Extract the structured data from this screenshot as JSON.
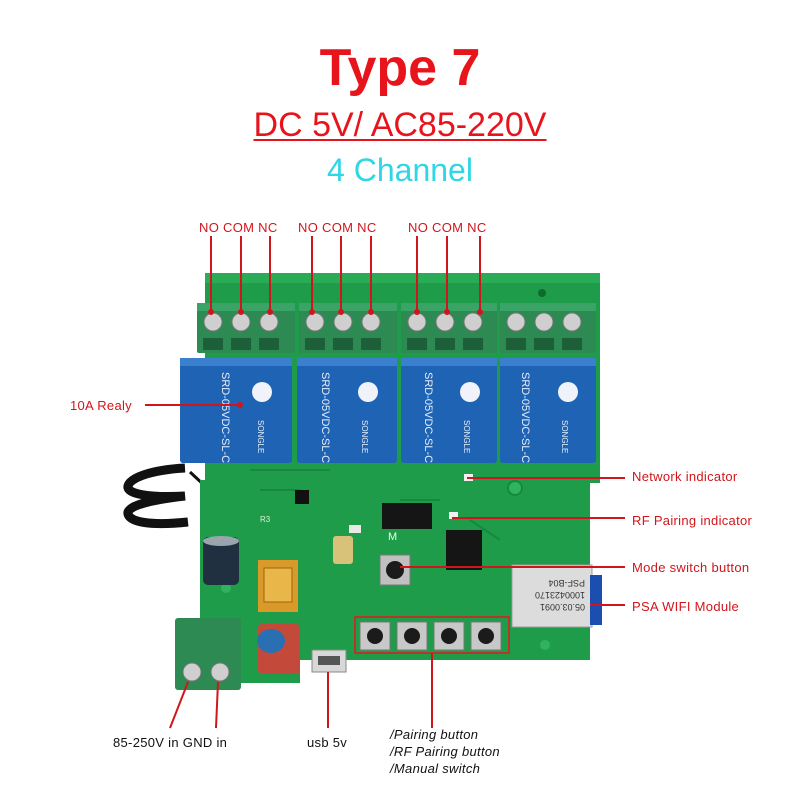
{
  "title": "Type 7",
  "voltage": "DC 5V/ AC85-220V",
  "channels": "4 Channel",
  "terminal_groups": [
    "NO COM NC",
    "NO COM NC",
    "NO COM NC"
  ],
  "labels": {
    "relay": "10A Realy",
    "network": "Network  indicator",
    "rf": "RF Pairing indicator",
    "mode": "Mode switch button",
    "wifi": "PSA WIFI Module",
    "power_in": "85-250V in  GND in",
    "usb": "usb 5v",
    "buttons": [
      "/Pairing button",
      "/RF Pairing button",
      "/Manual switch"
    ]
  },
  "relay_print": [
    "SRD-05VDC-SL-C",
    "SONGLE"
  ],
  "module_print": [
    "PSF-B04",
    "1000423170",
    "05.03.0091"
  ],
  "colors": {
    "accent_red": "#e8141c",
    "cyan": "#2fd6e6",
    "pcb_green": "#1f9c4a",
    "terminal_green": "#2c8a52",
    "relay_blue": "#1f63b4"
  }
}
